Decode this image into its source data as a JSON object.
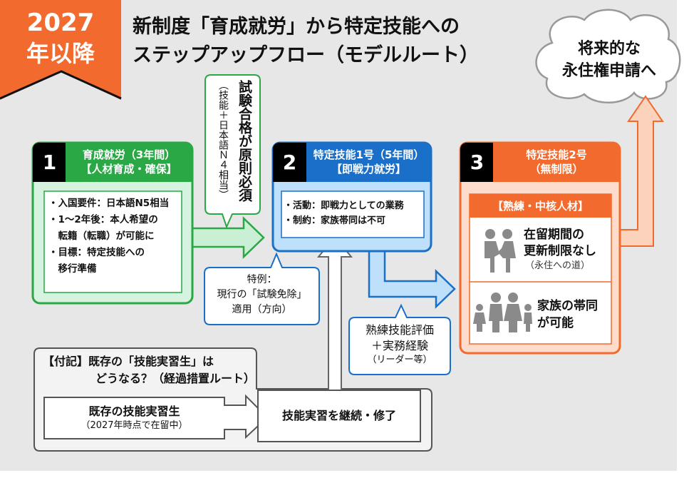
{
  "badge": {
    "year": "2027",
    "suffix": "年以降"
  },
  "title": {
    "line1": "新制度「育成就労」から特定技能への",
    "line2": "ステップアップフロー（モデルルート）"
  },
  "cloud": {
    "line1": "将来的な",
    "line2": "永住権申請へ"
  },
  "step1": {
    "number": "1",
    "title": "育成就労（3年間）",
    "subtitle": "【人材育成・確保】",
    "items": [
      "・入国要件：日本語N5相当",
      "・1～2年後：本人希望の",
      "　転籍（転職）が可能に",
      "・目標：特定技能への",
      "　移行準備"
    ]
  },
  "step2": {
    "number": "2",
    "title": "特定技能1号（5年間）",
    "subtitle": "【即戦力就労】",
    "items": [
      "・活動：即戦力としての業務",
      "・制約：家族帯同は不可"
    ]
  },
  "step3": {
    "number": "3",
    "title": "特定技能2号",
    "subtitle": "（無制限）",
    "label": "【熟練・中核人材】",
    "benefit1": {
      "line1": "在留期間の",
      "line2": "更新制限なし",
      "note": "（永住への道）"
    },
    "benefit2": {
      "line1": "家族の帯同",
      "line2": "が可能"
    }
  },
  "callouts": {
    "exam": {
      "main": "試験合格が原則必須",
      "note": "（技能＋日本語Ｎ４相当）"
    },
    "exception": {
      "line1": "特例：",
      "line2": "現行の「試験免除」",
      "line3": "適用（方向）"
    },
    "skill": {
      "line1": "熟練技能評価",
      "line2": "＋実務経験",
      "note": "（リーダー等）"
    }
  },
  "appendix": {
    "title1": "【付記】既存の「技能実習生」は",
    "title2": "どうなる？（経過措置ルート）",
    "from_main": "既存の技能実習生",
    "from_note": "（2027年時点で在留中）",
    "to": "技能実習を継続・修了"
  },
  "colors": {
    "orange": "#f26a2e",
    "green": "#2aa845",
    "blue": "#1a6fc8",
    "gray": "#e7e7e7"
  }
}
